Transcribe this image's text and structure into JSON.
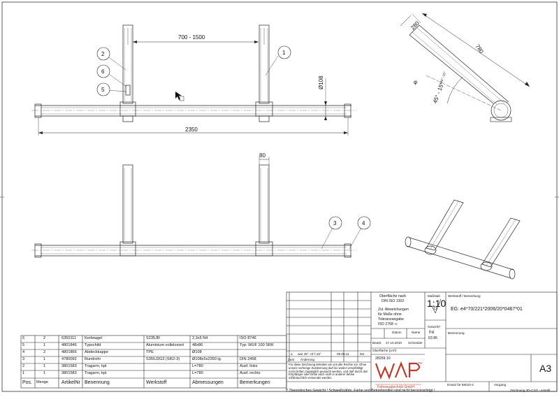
{
  "drawing": {
    "dim_top_span": "700 - 1500",
    "dim_total_length": "2350",
    "dim_diameter": "Ø108",
    "dim_width": "80",
    "dim_side_width": "280",
    "dim_side_length": "780",
    "angle_label": "45° - 15°",
    "angle_label_small": "+45°\n-15°",
    "angle_phi": "φ",
    "callouts": [
      "1",
      "2",
      "3",
      "4",
      "5",
      "6"
    ]
  },
  "parts_list": {
    "headers": [
      "Pos.",
      "Menge",
      "ArtikelNr",
      "Benennung",
      "Werkstoff",
      "Abmessungen",
      "Bemerkungen"
    ],
    "rows": [
      [
        "6",
        "2",
        "6350111",
        "Kerbnagel",
        "S235JR",
        "2,3x5 N4",
        "ISO 8746"
      ],
      [
        "5",
        "1",
        "4801846",
        "Typschild",
        "Aluminium volleloxiert",
        "48x86",
        "Typ: WUF 100 SRK"
      ],
      [
        "4",
        "2",
        "4801866",
        "Abdeckkappe",
        "TPE",
        "Ø108",
        ""
      ],
      [
        "3",
        "1",
        "4780092",
        "Rundrohr",
        "S355J2G3 (St52-3)",
        "Ø108x5x2350 lg.",
        "DIN 2458"
      ],
      [
        "2",
        "1",
        "3801583",
        "Tragarm, kpl.",
        "",
        "L=780",
        "Ausf. links"
      ],
      [
        "1",
        "1",
        "3801583",
        "Tragarm, kpl.",
        "",
        "L=780",
        "Ausf. rechts"
      ]
    ]
  },
  "title_block": {
    "surface_line1": "Oberfläche nach",
    "surface_line2": "DIN ISO 1302",
    "tolerance_line1": "Zul. Abweichungen",
    "tolerance_line2": "für Maße ohne",
    "tolerance_line3": "Toleranzangabe",
    "tolerance_line4": "ISO 2768 -c",
    "scale_label": "Maßstab",
    "scale_value": "1:10",
    "weight_label": "Gewicht*",
    "weight_unit": "[kg]",
    "weight_value": "63.86",
    "surface_area_label": "Oberfläche [cm²]",
    "surface_area_value": "28259.10",
    "date_label": "Datum",
    "name_label": "Name",
    "bearb_label": "Bearb.",
    "bearb_date": "27.10.2010",
    "bearb_name": "Schneider",
    "rev_index": "a",
    "rev_text": "war 45° +0°/-15°",
    "rev_date": "09.05.11",
    "rev_name": "MJ",
    "zust_label": "Zust",
    "aenderung_label": "Änderung",
    "werkstoff_label": "Werkstoff / Bemerkung",
    "werkstoff_value": "EG: e4*70/221*2006/20*0467*01",
    "benennung_label": "Benennung",
    "copyright_text": "Für diese Zeichnung behalten wir uns alle Rechte vor. Ohne unsere vorherige Zustimmung darf sie weder vervielfältigt noch Dritten zugänglich gemacht werden, und darf durch den Empfänger oder Dritte auch nicht in anderer Weise mißbräuchlich verwendet werden.",
    "logo_text": "WAP",
    "logo_tm": "TM",
    "logo_sub": "Fahrzeugtechnik GmbH",
    "sheet_size": "A3",
    "ersatz_label": "Ersatz für 86023-4",
    "vorgang_label": "Vorgang",
    "footer_note": "* Theoretisches Gewicht ! Schweißnähte, Farbe und Betriebsmittel sind nicht berücksichtigt !",
    "footer_right": "Zeichnung 3D-CAD - erstellt"
  }
}
